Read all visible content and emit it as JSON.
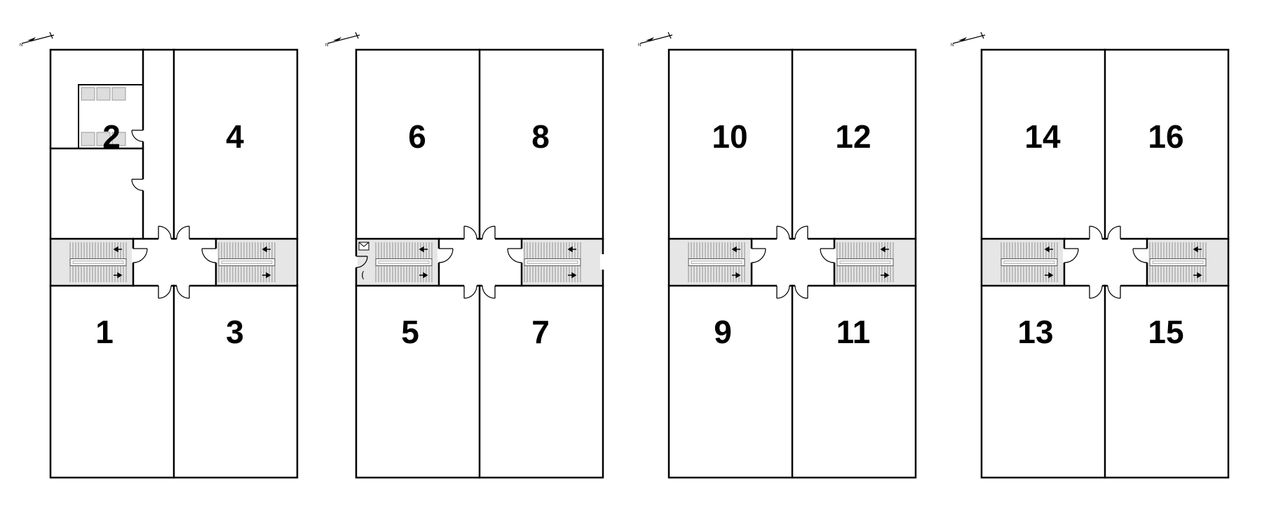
{
  "floors": [
    {
      "id": "floor-ground",
      "units": [
        "1",
        "2",
        "3",
        "4"
      ],
      "has_utility_room": true,
      "has_mailbox": false
    },
    {
      "id": "floor-1",
      "units": [
        "5",
        "6",
        "7",
        "8"
      ],
      "has_utility_room": false,
      "has_mailbox": true
    },
    {
      "id": "floor-2",
      "units": [
        "9",
        "10",
        "11",
        "12"
      ],
      "has_utility_room": false,
      "has_mailbox": false
    },
    {
      "id": "floor-3",
      "units": [
        "13",
        "14",
        "15",
        "16"
      ],
      "has_utility_room": false,
      "has_mailbox": false
    }
  ],
  "north_arrow_label": "N",
  "icons": {
    "mailbox": "mailbox-icon",
    "intercom": "intercom-icon",
    "stairs": "staircase-icon",
    "north": "north-arrow-icon"
  },
  "colors": {
    "wall": "#000000",
    "stair_fill": "#e6e6e6",
    "stair_border": "#9a9a9a",
    "background": "#ffffff"
  }
}
